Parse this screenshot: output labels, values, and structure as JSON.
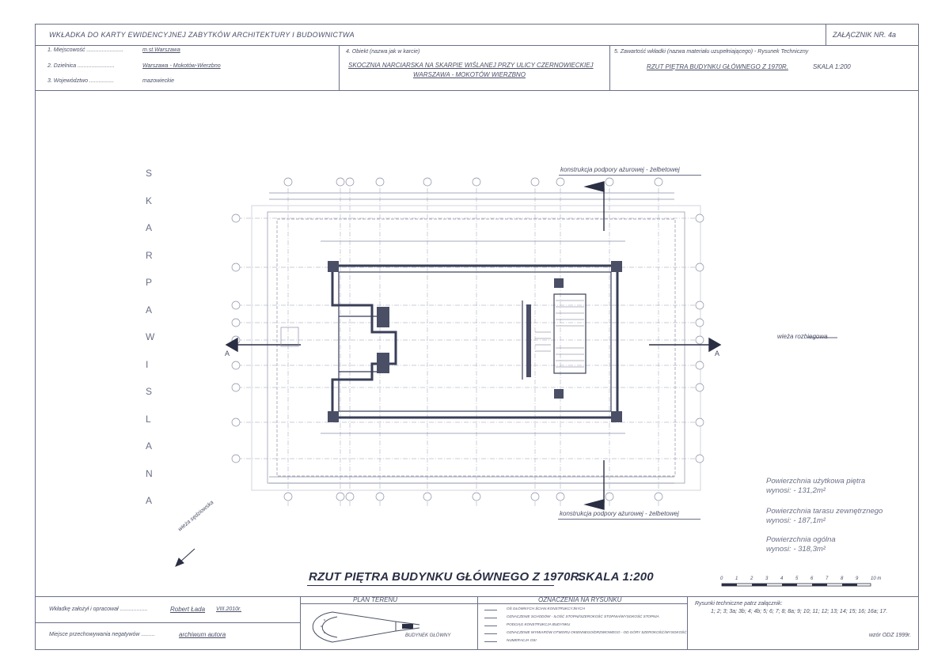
{
  "header": {
    "title": "WKŁADKA DO KARTY EWIDENCYJNEJ ZABYTKÓW ARCHITEKTURY I BUDOWNICTWA",
    "annex": "ZAŁĄCZNIK NR. 4a",
    "field1_label": "1. Miejscowość ........................",
    "field1_value": "m.st.Warszawa",
    "field2_label": "2. Dzielnica ........................",
    "field2_value": "Warszawa - Mokotów-Wierzbno",
    "field3_label": "3. Województwo ................",
    "field3_value": "mazowieckie",
    "object_label": "4. Obiekt (nazwa jak w karcie)",
    "object_line1": "SKOCZNIA NARCIARSKA NA SKARPIE WIŚLANEJ PRZY ULICY CZERNOWIECKIEJ",
    "object_line2": "WARSZAWA - MOKOTÓW WIERZBNO",
    "content_label": "5. Zawartość wkładki (nazwa materiału uzupełniającego) - Rysunek Techniczny",
    "content_value": "RZUT PIĘTRA BUDYNKU GŁÓWNEGO Z 1970R.",
    "content_scale": "SKALA 1:200"
  },
  "drawing": {
    "main_title": "RZUT PIĘTRA BUDYNKU GŁÓWNEGO Z 1970R.",
    "main_scale": "SKALA 1:200",
    "support_top": "konstrukcja podpory ażurowej - żelbetowej",
    "support_bottom": "konstrukcja podpory ażurowej - żelbetowej",
    "tower_label": "wieża rozbiegowa",
    "judge_tower": "wieża sędziowska",
    "section_mark": "A",
    "side_letters": [
      "S",
      "K",
      "A",
      "R",
      "P",
      "A",
      "W",
      "I",
      "S",
      "L",
      "A",
      "N",
      "A"
    ],
    "scale_ticks": [
      "0",
      "1",
      "2",
      "3",
      "4",
      "5",
      "6",
      "7",
      "8",
      "9",
      "10 m"
    ]
  },
  "areas": {
    "usable_label": "Powierzchnia użytkowa piętra",
    "usable_value": "wynosi: - 131,2m²",
    "terrace_label": "Powierzchnia tarasu zewnętrznego",
    "terrace_value": "wynosi: - 187,1m²",
    "total_label": "Powierzchnia ogólna",
    "total_value": "wynosi: - 318,3m²"
  },
  "footer": {
    "prepared_label": "Wkładkę założył i opracował ..................",
    "prepared_value": "Robert Łada",
    "prepared_date": "VIII.2010r.",
    "negatives_label": "Miejsce przechowywania negatywów .........",
    "negatives_value": "archiwum autora",
    "plan_title": "PLAN TERENU",
    "plan_building": "BUDYNEK GŁÓWNY",
    "legend_title": "OZNACZENIA NA RYSUNKU",
    "legend_items": [
      "OŚ GŁÓWNYCH ŚCIAN KONSTRUKCYJNYCH",
      "OZNACZENIE SCHODÓW - ILOŚĆ STOPNI/SZEROKOŚĆ STOPNIA/WYSOKOŚĆ STOPNIA",
      "PODCIĄG KONSTRUKCJA BUDYNKU",
      "OZNACZENIE WYMIARÓW OTWORU OKIENNEGO/DRZWIOWEGO - OD GÓRY SZEROKOŚĆ/WYSOKOŚĆ",
      "NUMERACJA OSI"
    ],
    "tech_label": "Rysunki techniczne patrz załącznik:",
    "tech_list": "1; 2; 3; 3a; 3b; 4; 4b; 5; 6; 7; 8; 8a; 9; 10; 11; 12; 13; 14; 15; 16; 16a; 17.",
    "template": "wzór ODZ 1999r."
  },
  "colors": {
    "ink": "#4a4f66",
    "line": "#6a6f86",
    "dark": "#2a2f44"
  }
}
